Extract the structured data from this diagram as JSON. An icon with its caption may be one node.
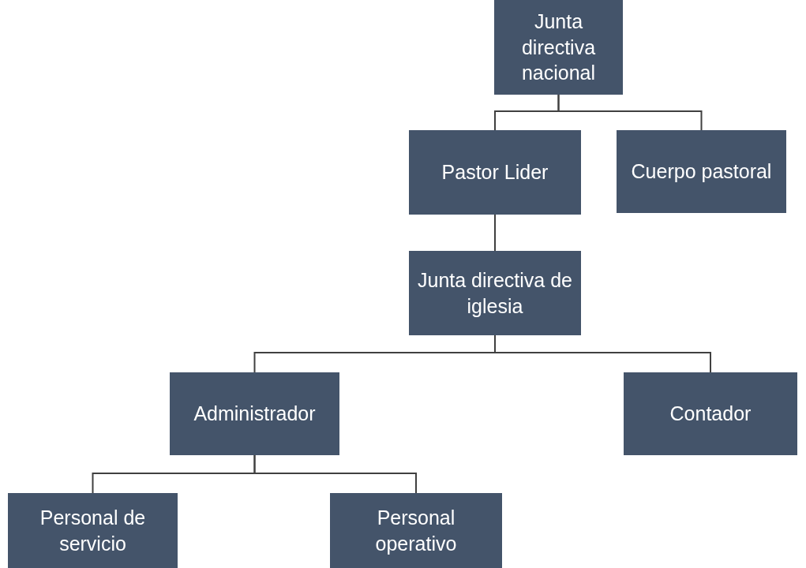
{
  "diagram": {
    "nodes": [
      {
        "text": [
          "Junta directiva nacional"
        ]
      },
      {
        "text": [
          "Pastor Lider"
        ]
      },
      {
        "text": [
          "Cuerpo pastoral"
        ]
      },
      {
        "text": [
          "Junta directiva de iglesia"
        ]
      },
      {
        "text": [
          "Administrador"
        ]
      },
      {
        "text": [
          "Contador"
        ]
      },
      {
        "text": [
          "Personal de servicio"
        ]
      },
      {
        "text": [
          "Personal operativo"
        ]
      }
    ],
    "edges": [
      {
        "from": 0,
        "to": 1,
        "arrow": "none"
      },
      {
        "from": 0,
        "to": 2,
        "arrow": "none"
      },
      {
        "from": 1,
        "to": 3,
        "arrow": "none"
      },
      {
        "from": 3,
        "to": 4,
        "arrow": "none"
      },
      {
        "from": 3,
        "to": 5,
        "arrow": "none"
      },
      {
        "from": 4,
        "to": 6,
        "arrow": "none"
      },
      {
        "from": 4,
        "to": 7,
        "arrow": "none"
      }
    ]
  }
}
